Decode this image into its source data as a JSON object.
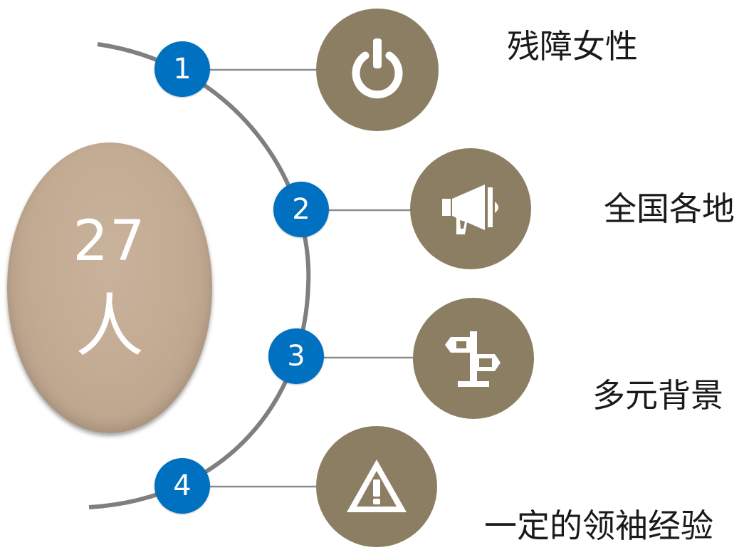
{
  "center": {
    "number": "27",
    "unit": "人"
  },
  "items": [
    {
      "index": "1",
      "label": "残障女性",
      "icon": "power-icon"
    },
    {
      "index": "2",
      "label": "全国各地",
      "icon": "megaphone-icon"
    },
    {
      "index": "3",
      "label": "多元背景",
      "icon": "signpost-icon"
    },
    {
      "index": "4",
      "label": "一定的领袖经验",
      "icon": "warning-icon"
    }
  ],
  "colors": {
    "badge": "#0070c0",
    "icon_circle": "#8c7e63",
    "ellipse": "#c2aa92",
    "arc": "#7f7f7f"
  }
}
